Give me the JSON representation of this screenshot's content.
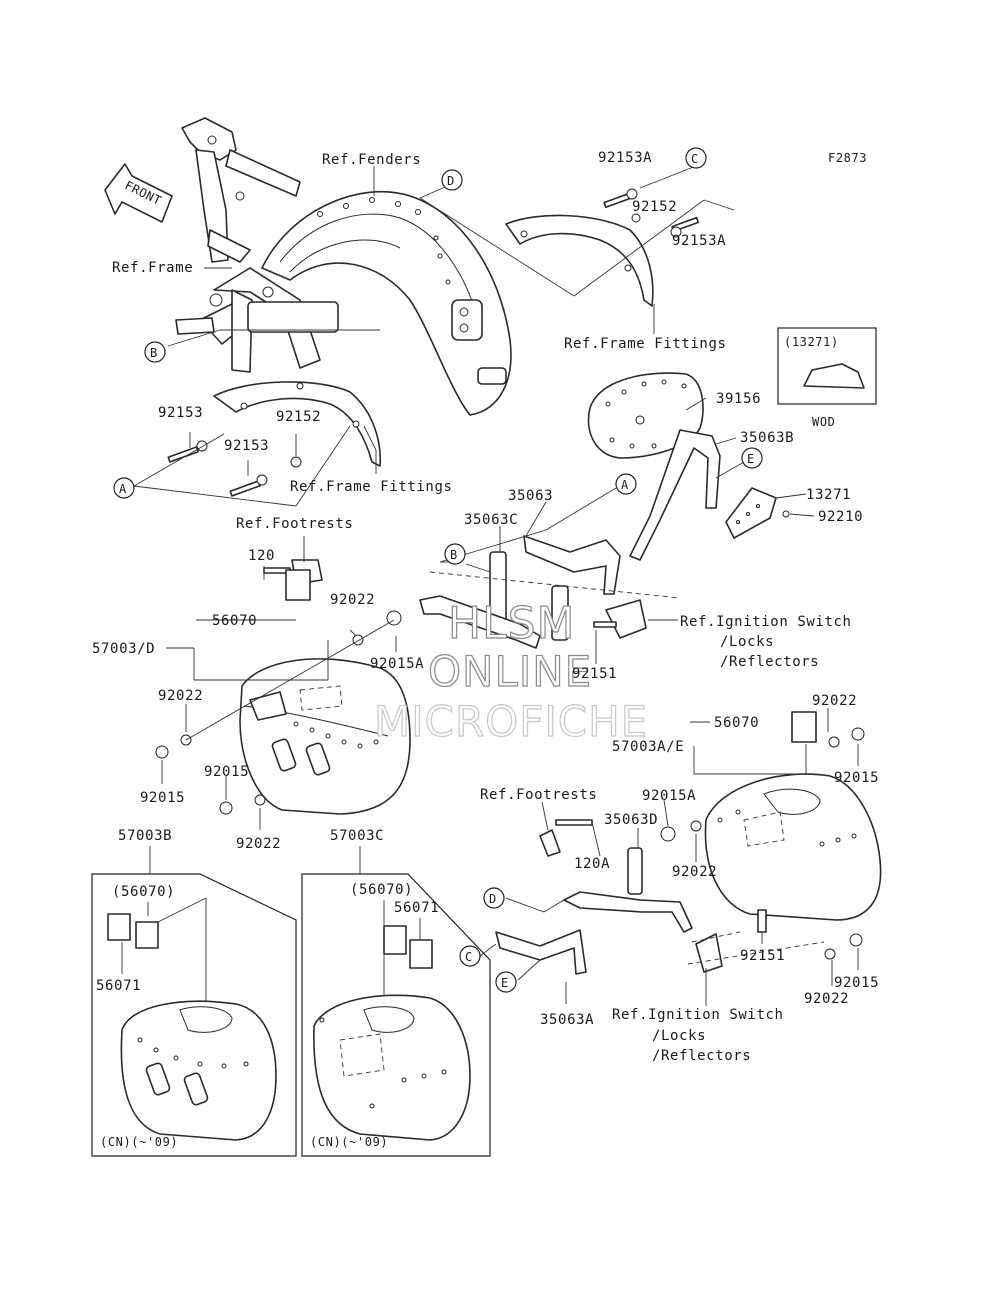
{
  "diagram_id": "F2873",
  "front_arrow": "FRONT",
  "watermark": {
    "line1": "HLSM",
    "line2": "ONLINE",
    "line3": "MICROFICHE"
  },
  "callouts": {
    "A": "A",
    "B": "B",
    "C": "C",
    "D": "D",
    "E": "E"
  },
  "inset_wod": {
    "part": "(13271)",
    "caption": "WOD"
  },
  "inset_b": {
    "title": "57003B",
    "label_a": "(56070)",
    "label_b": "56071",
    "footer": "(CN)(~'09)"
  },
  "inset_c": {
    "title": "57003C",
    "label_a": "(56070)",
    "label_b": "56071",
    "footer": "(CN)(~'09)"
  },
  "labels": {
    "ref_fenders": "Ref.Fenders",
    "ref_frame": "Ref.Frame",
    "ref_frame_fittings_top": "Ref.Frame Fittings",
    "ref_frame_fittings_mid": "Ref.Frame Fittings",
    "p92153a_top": "92153A",
    "p92152_top": "92152",
    "p92153a_right": "92153A",
    "p92153_left": "92153",
    "p92153_left2": "92153",
    "p92152_left": "92152",
    "p39156": "39156",
    "p35063b": "35063B",
    "p13271": "13271",
    "p92210": "92210",
    "p35063": "35063",
    "p35063c": "35063C",
    "ref_footrests_top": "Ref.Footrests",
    "p120": "120",
    "p92022_a": "92022",
    "p56070_left": "56070",
    "p57003d": "57003/D",
    "p92015a_left": "92015A",
    "ign_line1": "Ref.Ignition Switch",
    "ign_line2": "/Locks",
    "ign_line3": "/Reflectors",
    "p92151_mid": "92151",
    "p92022_b": "92022",
    "p92015_b": "92015",
    "p92015_c": "92015",
    "p92022_c": "92022",
    "p92022_r": "92022",
    "p56070_right": "56070",
    "p57003ae": "57003A/E",
    "p92015_r": "92015",
    "ref_footrests_bot": "Ref.Footrests",
    "p92015a_bot": "92015A",
    "p35063d": "35063D",
    "p120a": "120A",
    "p92022_bot": "92022",
    "p92151_bot": "92151",
    "p92015_bot": "92015",
    "p92022_bot2": "92022",
    "p35063a": "35063A",
    "ign2_line1": "Ref.Ignition Switch",
    "ign2_line2": "/Locks",
    "ign2_line3": "/Reflectors"
  }
}
